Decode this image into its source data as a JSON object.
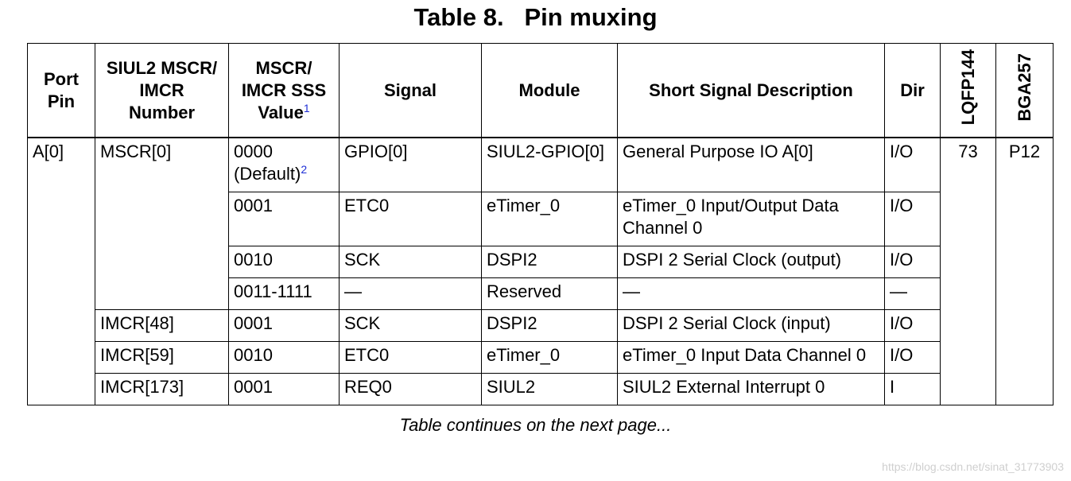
{
  "title": "Table 8.   Pin muxing",
  "headers": {
    "port_pin": "Port Pin",
    "mscr_number_line1": "SIUL2 MSCR/",
    "mscr_number_line2": "IMCR",
    "mscr_number_line3": "Number",
    "sss_line1": "MSCR/",
    "sss_line2": "IMCR SSS",
    "sss_line3": "Value",
    "sss_footnote": "1",
    "signal": "Signal",
    "module": "Module",
    "description": "Short Signal Description",
    "dir": "Dir",
    "lqfp": "LQFP144",
    "bga": "BGA257"
  },
  "pin": {
    "port": "A[0]",
    "lqfp": "73",
    "bga": "P12"
  },
  "mscr_group": {
    "number": "MSCR[0]",
    "rows": [
      {
        "value_line1": "0000",
        "value_line2": "(Default)",
        "footnote": "2",
        "signal": "GPIO[0]",
        "module": "SIUL2-GPIO[0]",
        "description": "General Purpose IO A[0]",
        "dir": "I/O"
      },
      {
        "value": "0001",
        "signal": "ETC0",
        "module": "eTimer_0",
        "description_line1": "eTimer_0 Input/Output Data",
        "description_line2": "Channel 0",
        "dir": "I/O"
      },
      {
        "value": "0010",
        "signal": "SCK",
        "module": "DSPI2",
        "description": "DSPI 2 Serial Clock (output)",
        "dir": "I/O"
      },
      {
        "value": "0011-1111",
        "signal": "—",
        "module": "Reserved",
        "description": "—",
        "dir": "—"
      }
    ]
  },
  "imcr_rows": [
    {
      "number": "IMCR[48]",
      "value": "0001",
      "signal": "SCK",
      "module": "DSPI2",
      "description": "DSPI 2 Serial Clock (input)",
      "dir": "I/O"
    },
    {
      "number": "IMCR[59]",
      "value": "0010",
      "signal": "ETC0",
      "module": "eTimer_0",
      "description": "eTimer_0 Input Data Channel 0",
      "dir": "I/O"
    },
    {
      "number": "IMCR[173]",
      "value": "0001",
      "signal": "REQ0",
      "module": "SIUL2",
      "description": "SIUL2 External Interrupt 0",
      "dir": "I"
    }
  ],
  "note": "Table continues on the next page...",
  "watermark": "https://blog.csdn.net/sinat_31773903"
}
